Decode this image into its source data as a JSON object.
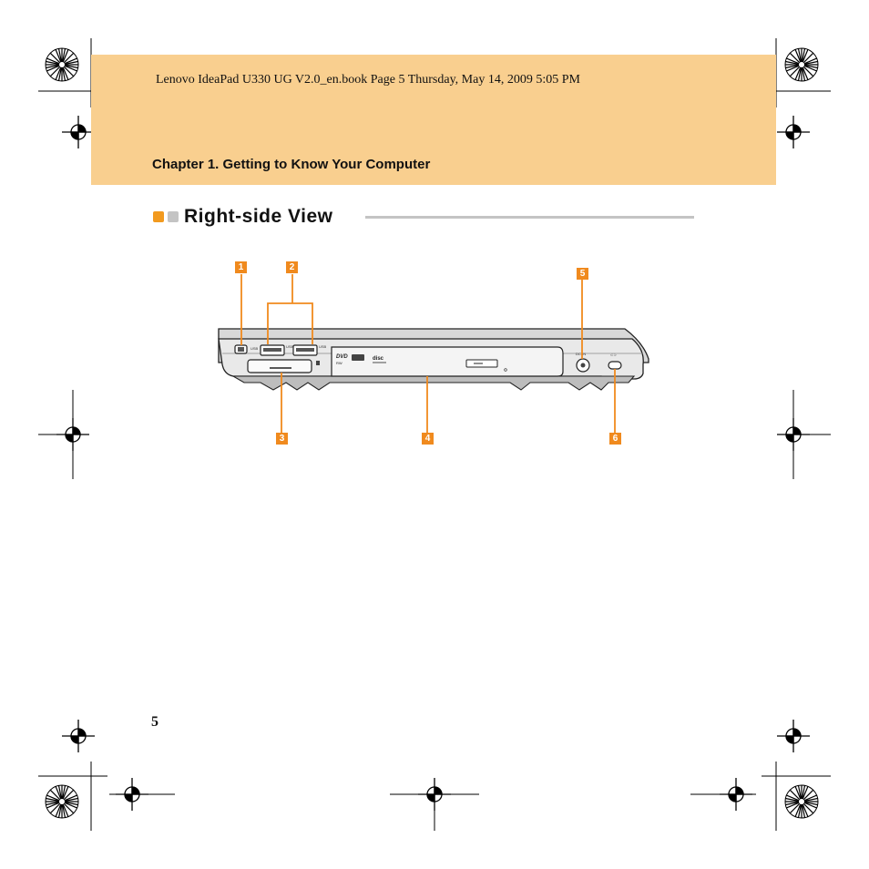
{
  "header": {
    "print_line": "Lenovo IdeaPad U330 UG V2.0_en.book  Page 5  Thursday, May 14, 2009  5:05 PM",
    "chapter": "Chapter 1. Getting to Know Your Computer"
  },
  "section": {
    "title": "Right-side View"
  },
  "figure": {
    "callouts": [
      "1",
      "2",
      "3",
      "4",
      "5",
      "6"
    ],
    "port_icons": [
      "usb-icon",
      "usb-icon",
      "card-reader-icon",
      "dvd-icon",
      "power-jack-icon",
      "kensington-lock-icon"
    ]
  },
  "footer": {
    "page_number": "5"
  },
  "colors": {
    "header_band": "#f9cf8f",
    "callout": "#f08a1e",
    "bullet_orange": "#f29a1f",
    "bullet_gray": "#c4c4c4"
  }
}
